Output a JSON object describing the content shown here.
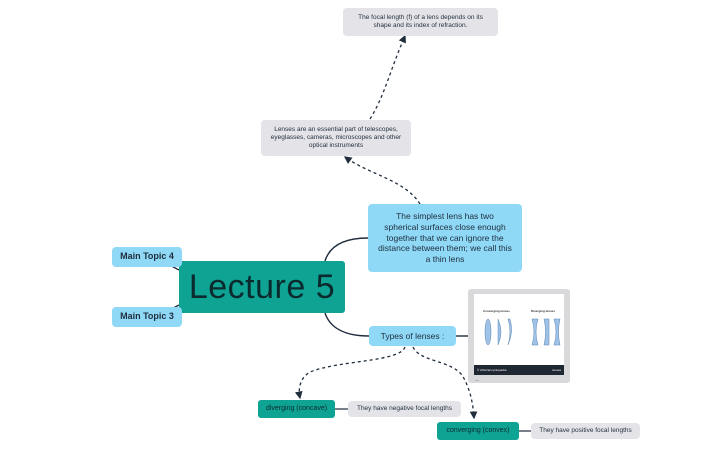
{
  "central": {
    "label": "Lecture 5"
  },
  "topics": {
    "main4": "Main Topic 4",
    "main3": "Main Topic 3",
    "simplest": "The simplest lens has two spherical surfaces close enough together that we can ignore the distance between them; we call this a thin lens",
    "types": "Types of lenses :"
  },
  "notes": {
    "essential": "Lenses are an essential part of telescopes, eyeglasses, cameras, microscopes and other optical instruments",
    "focal": "The focal length (f) of a lens depends on its shape and its index of refraction.",
    "negative": "They have negative focal lengths",
    "positive": "They have positive focal lengths"
  },
  "subtopics": {
    "diverging": "diverging (concave)",
    "converging": "converging (convex)"
  },
  "thumbnail": {
    "converging_title": "Converging lenses",
    "diverging_title": "Diverging lenses",
    "footer_left": "© 2012 Encyclopædia",
    "footer_right": "lenses",
    "caption": "—"
  },
  "colors": {
    "central": "#0fa394",
    "topic": "#8fd9f7",
    "note": "#e4e4e8",
    "connector": "#1f2d3d"
  }
}
